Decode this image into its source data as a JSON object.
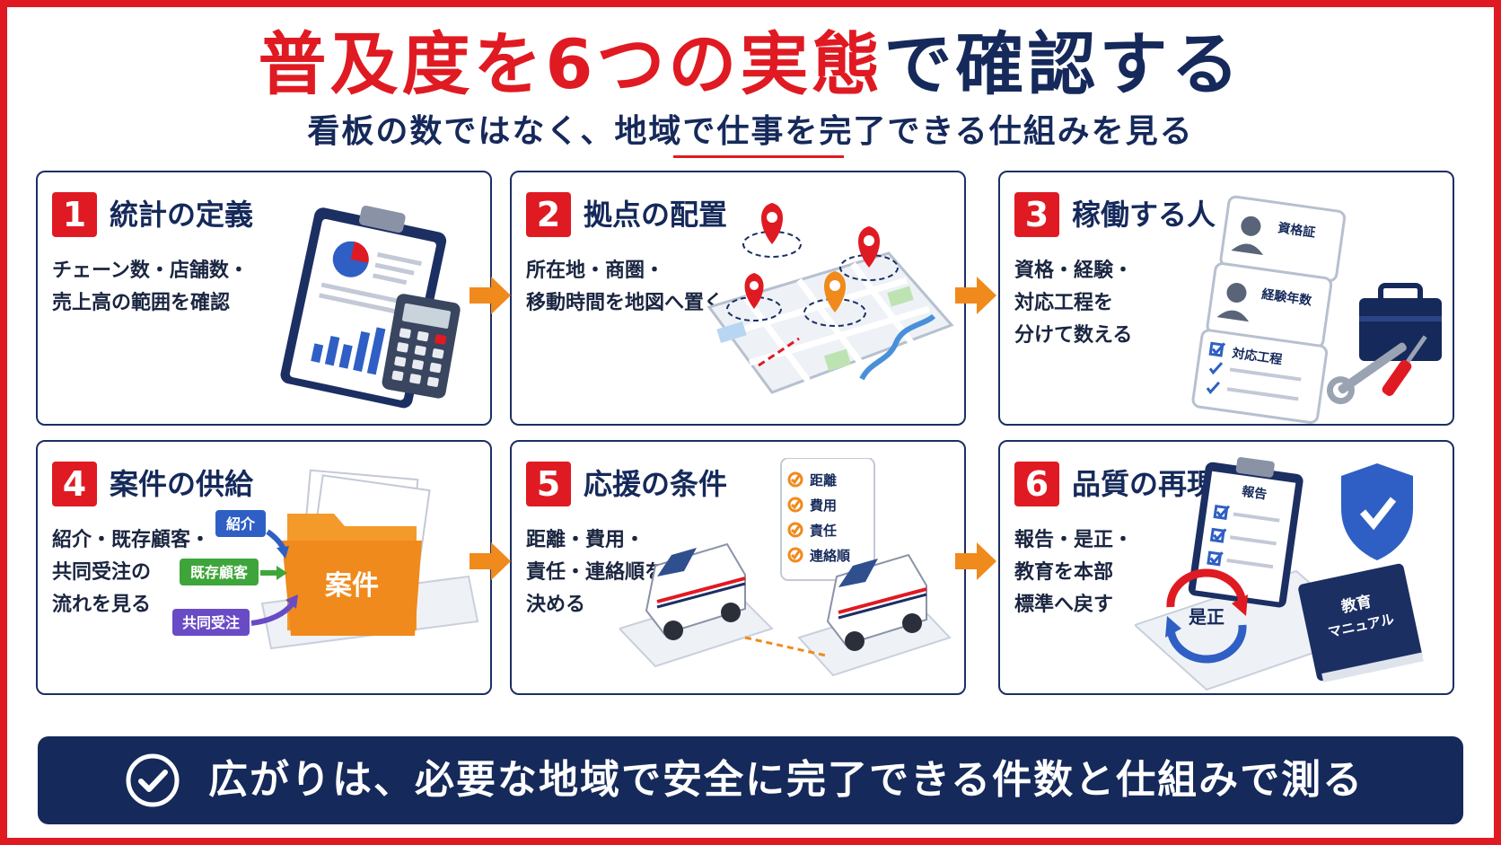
{
  "title": {
    "part1": "普及度を",
    "part2": "6つの実態",
    "part3": "で確認する"
  },
  "subtitle": "看板の数ではなく、地域で仕事を完了できる仕組みを見る",
  "cards": [
    {
      "num": "1",
      "title": "統計の定義",
      "desc": [
        "チェーン数・店舗数・",
        "売上高の範囲を確認"
      ]
    },
    {
      "num": "2",
      "title": "拠点の配置",
      "desc": [
        "所在地・商圏・",
        "移動時間を地図へ置く"
      ]
    },
    {
      "num": "3",
      "title": "稼働する人",
      "desc": [
        "資格・経験・",
        "対応工程を",
        "分けて数える"
      ],
      "labels": [
        "資格証",
        "経験年数",
        "対応工程"
      ]
    },
    {
      "num": "4",
      "title": "案件の供給",
      "desc": [
        "紹介・既存顧客・",
        "共同受注の",
        "流れを見る"
      ],
      "labels": [
        "紹介",
        "既存顧客",
        "共同受注",
        "案件"
      ]
    },
    {
      "num": "5",
      "title": "応援の条件",
      "desc": [
        "距離・費用・",
        "責任・連絡順を",
        "決める"
      ],
      "labels": [
        "距離",
        "費用",
        "責任",
        "連絡順"
      ]
    },
    {
      "num": "6",
      "title": "品質の再現",
      "desc": [
        "報告・是正・",
        "教育を本部",
        "標準へ戻す"
      ],
      "labels": [
        "報告",
        "是正",
        "教育",
        "マニュアル"
      ]
    }
  ],
  "banner": "広がりは、必要な地域で安全に完了できる件数と仕組みで測る",
  "colors": {
    "accent_red": "#e01a22",
    "navy": "#15295a",
    "arrow_orange": "#f08a1c"
  }
}
